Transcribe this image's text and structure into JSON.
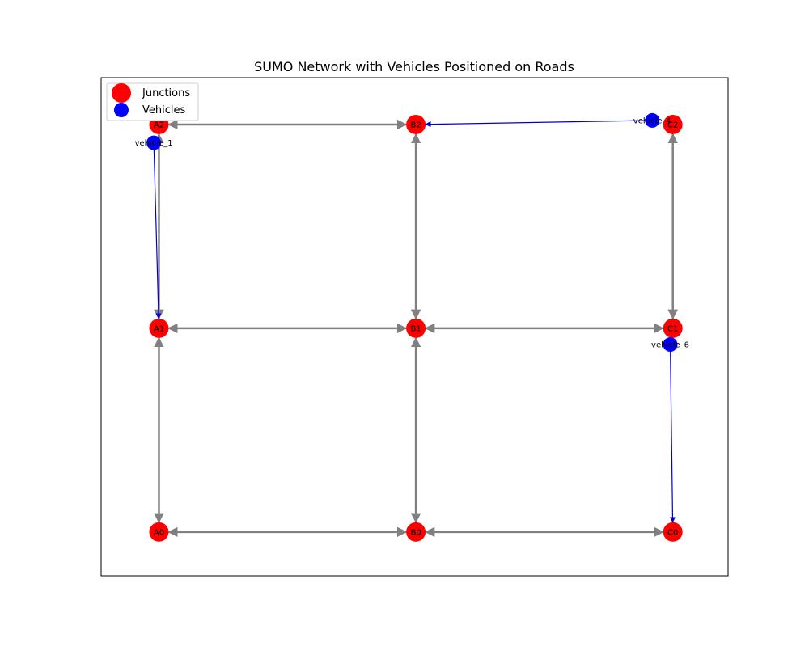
{
  "title": "SUMO Network with Vehicles Positioned on Roads",
  "legend": [
    {
      "label": "Junctions",
      "color": "#ff0000"
    },
    {
      "label": "Vehicles",
      "color": "#0000ff"
    }
  ],
  "colors": {
    "junction": "#ff0000",
    "vehicle": "#0000ff",
    "road": "#808080",
    "vehicle_route": "#0000cc"
  },
  "chart_data": {
    "type": "network",
    "junctions": [
      {
        "id": "A0",
        "x": 0,
        "y": 0
      },
      {
        "id": "B0",
        "x": 1,
        "y": 0
      },
      {
        "id": "C0",
        "x": 2,
        "y": 0
      },
      {
        "id": "A1",
        "x": 0,
        "y": 1
      },
      {
        "id": "B1",
        "x": 1,
        "y": 1
      },
      {
        "id": "C1",
        "x": 2,
        "y": 1
      },
      {
        "id": "A2",
        "x": 0,
        "y": 2
      },
      {
        "id": "B2",
        "x": 1,
        "y": 2
      },
      {
        "id": "C2",
        "x": 2,
        "y": 2
      }
    ],
    "roads": [
      {
        "from": "A0",
        "to": "B0",
        "bidirectional": true
      },
      {
        "from": "B0",
        "to": "C0",
        "bidirectional": true
      },
      {
        "from": "A1",
        "to": "B1",
        "bidirectional": true
      },
      {
        "from": "B1",
        "to": "C1",
        "bidirectional": true
      },
      {
        "from": "A2",
        "to": "B2",
        "bidirectional": true
      },
      {
        "from": "A0",
        "to": "A1",
        "bidirectional": true
      },
      {
        "from": "A1",
        "to": "A2",
        "bidirectional": true
      },
      {
        "from": "B0",
        "to": "B1",
        "bidirectional": true
      },
      {
        "from": "B1",
        "to": "B2",
        "bidirectional": true
      },
      {
        "from": "C1",
        "to": "C2",
        "bidirectional": true
      }
    ],
    "vehicles": [
      {
        "id": "vehicle_1",
        "x": -0.02,
        "y": 1.91,
        "heading_to": "A1"
      },
      {
        "id": "vehicle_4",
        "x": 1.92,
        "y": 2.02,
        "heading_to": "B2"
      },
      {
        "id": "vehicle_6",
        "x": 1.99,
        "y": 0.92,
        "heading_to": "C0"
      }
    ],
    "xlim": [
      -0.225,
      2.215
    ],
    "ylim": [
      -0.215,
      2.23
    ],
    "grid": false,
    "legend_position": "upper-left"
  }
}
